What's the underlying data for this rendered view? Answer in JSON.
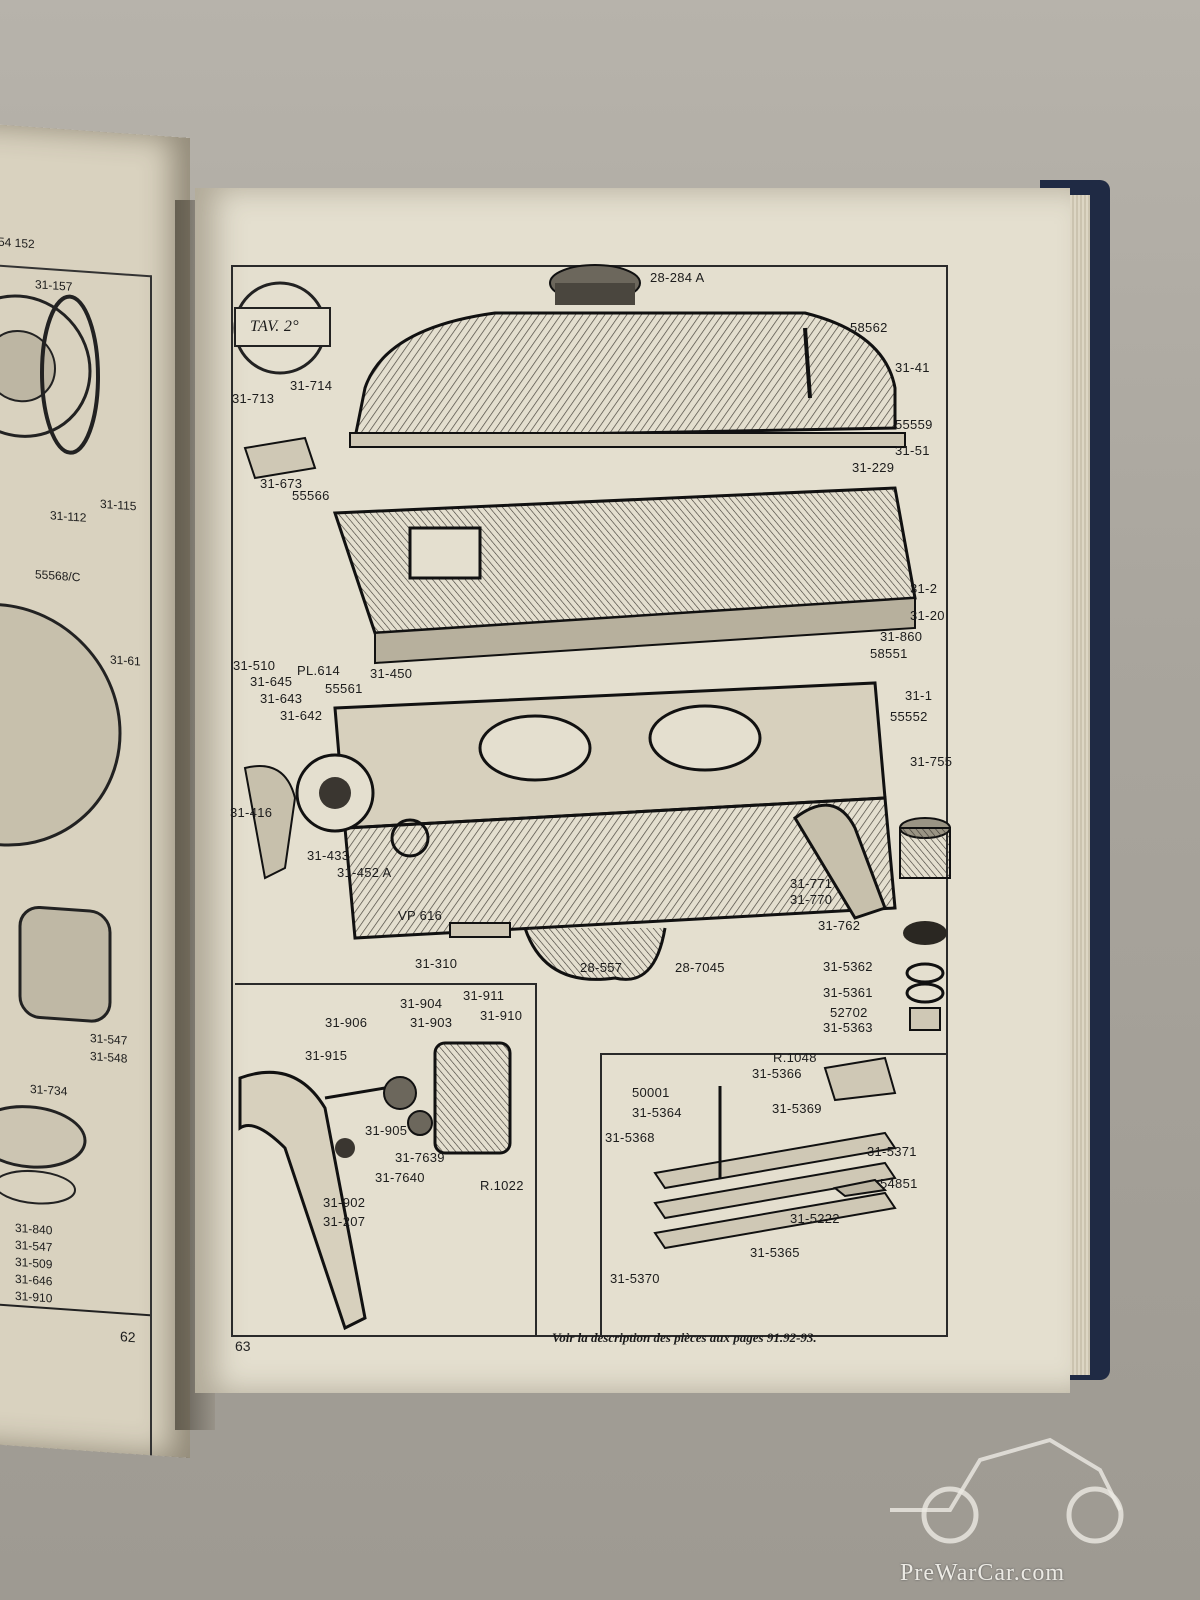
{
  "watermark": {
    "brand_text": "PreWarCar.com"
  },
  "right_page": {
    "stamp_text": "TAV. 2°",
    "page_number": "63",
    "caption": "Voir la description des pièces aux pages 91.92-93.",
    "main_labels": {
      "l_28284A": "28-284 A",
      "l_58562": "58562",
      "l_3141": "31-41",
      "l_55559": "55559",
      "l_3151": "31-51",
      "l_31229": "31-229",
      "l_31713": "31-713",
      "l_31714": "31-714",
      "l_31673": "31-673",
      "l_55566": "55566",
      "l_312x": "31-2",
      "l_3120": "31-20",
      "l_31860": "31-860",
      "l_58551": "58551",
      "l_31510": "31-510",
      "l_PL614": "PL.614",
      "l_31645": "31-645",
      "l_31643": "31-643",
      "l_55561": "55561",
      "l_31450": "31-450",
      "l_31642": "31-642",
      "l_311": "31-1",
      "l_55552": "55552",
      "l_31755": "31-755",
      "l_31416": "31-416",
      "l_31433": "31-433",
      "l_31452A": "31-452 A",
      "l_31771": "31-771",
      "l_31770": "31-770",
      "l_31762": "31-762",
      "l_VP616": "VP 616",
      "l_31310": "31-310",
      "l_28557": "28-557",
      "l_287045": "28-7045",
      "l_315362": "31-5362",
      "l_315361": "31-5361",
      "l_52702": "52702",
      "l_315363": "31-5363"
    },
    "inset1_labels": {
      "l_31904": "31-904",
      "l_31911": "31-911",
      "l_31906": "31-906",
      "l_31903": "31-903",
      "l_31910": "31-910",
      "l_31915": "31-915",
      "l_31905": "31-905",
      "l_317639": "31-7639",
      "l_317640": "31-7640",
      "l_R1022": "R.1022",
      "l_31902": "31-902",
      "l_31207": "31-207"
    },
    "inset2_labels": {
      "l_R1048": "R.1048",
      "l_315366": "31-5366",
      "l_50001": "50001",
      "l_315364": "31-5364",
      "l_315369": "31-5369",
      "l_315368": "31-5368",
      "l_315371": "31-5371",
      "l_54851": "54851",
      "l_315222": "31-5222",
      "l_315365": "31-5365",
      "l_315370": "31-5370"
    }
  },
  "left_page": {
    "page_number": "62",
    "labels": {
      "l_54152": "54 152",
      "l_31157": "31-157",
      "l_31112": "31-112",
      "l_31115": "31-115",
      "l_55568": "55568/C",
      "l_3161": "31-61",
      "l_31547": "31-547",
      "l_31548": "31-548",
      "l_31734": "31-734",
      "l_31840": "31-840",
      "l_31547b": "31-547",
      "l_31509": "31-509",
      "l_31646": "31-646",
      "l_31910": "31-910"
    }
  }
}
